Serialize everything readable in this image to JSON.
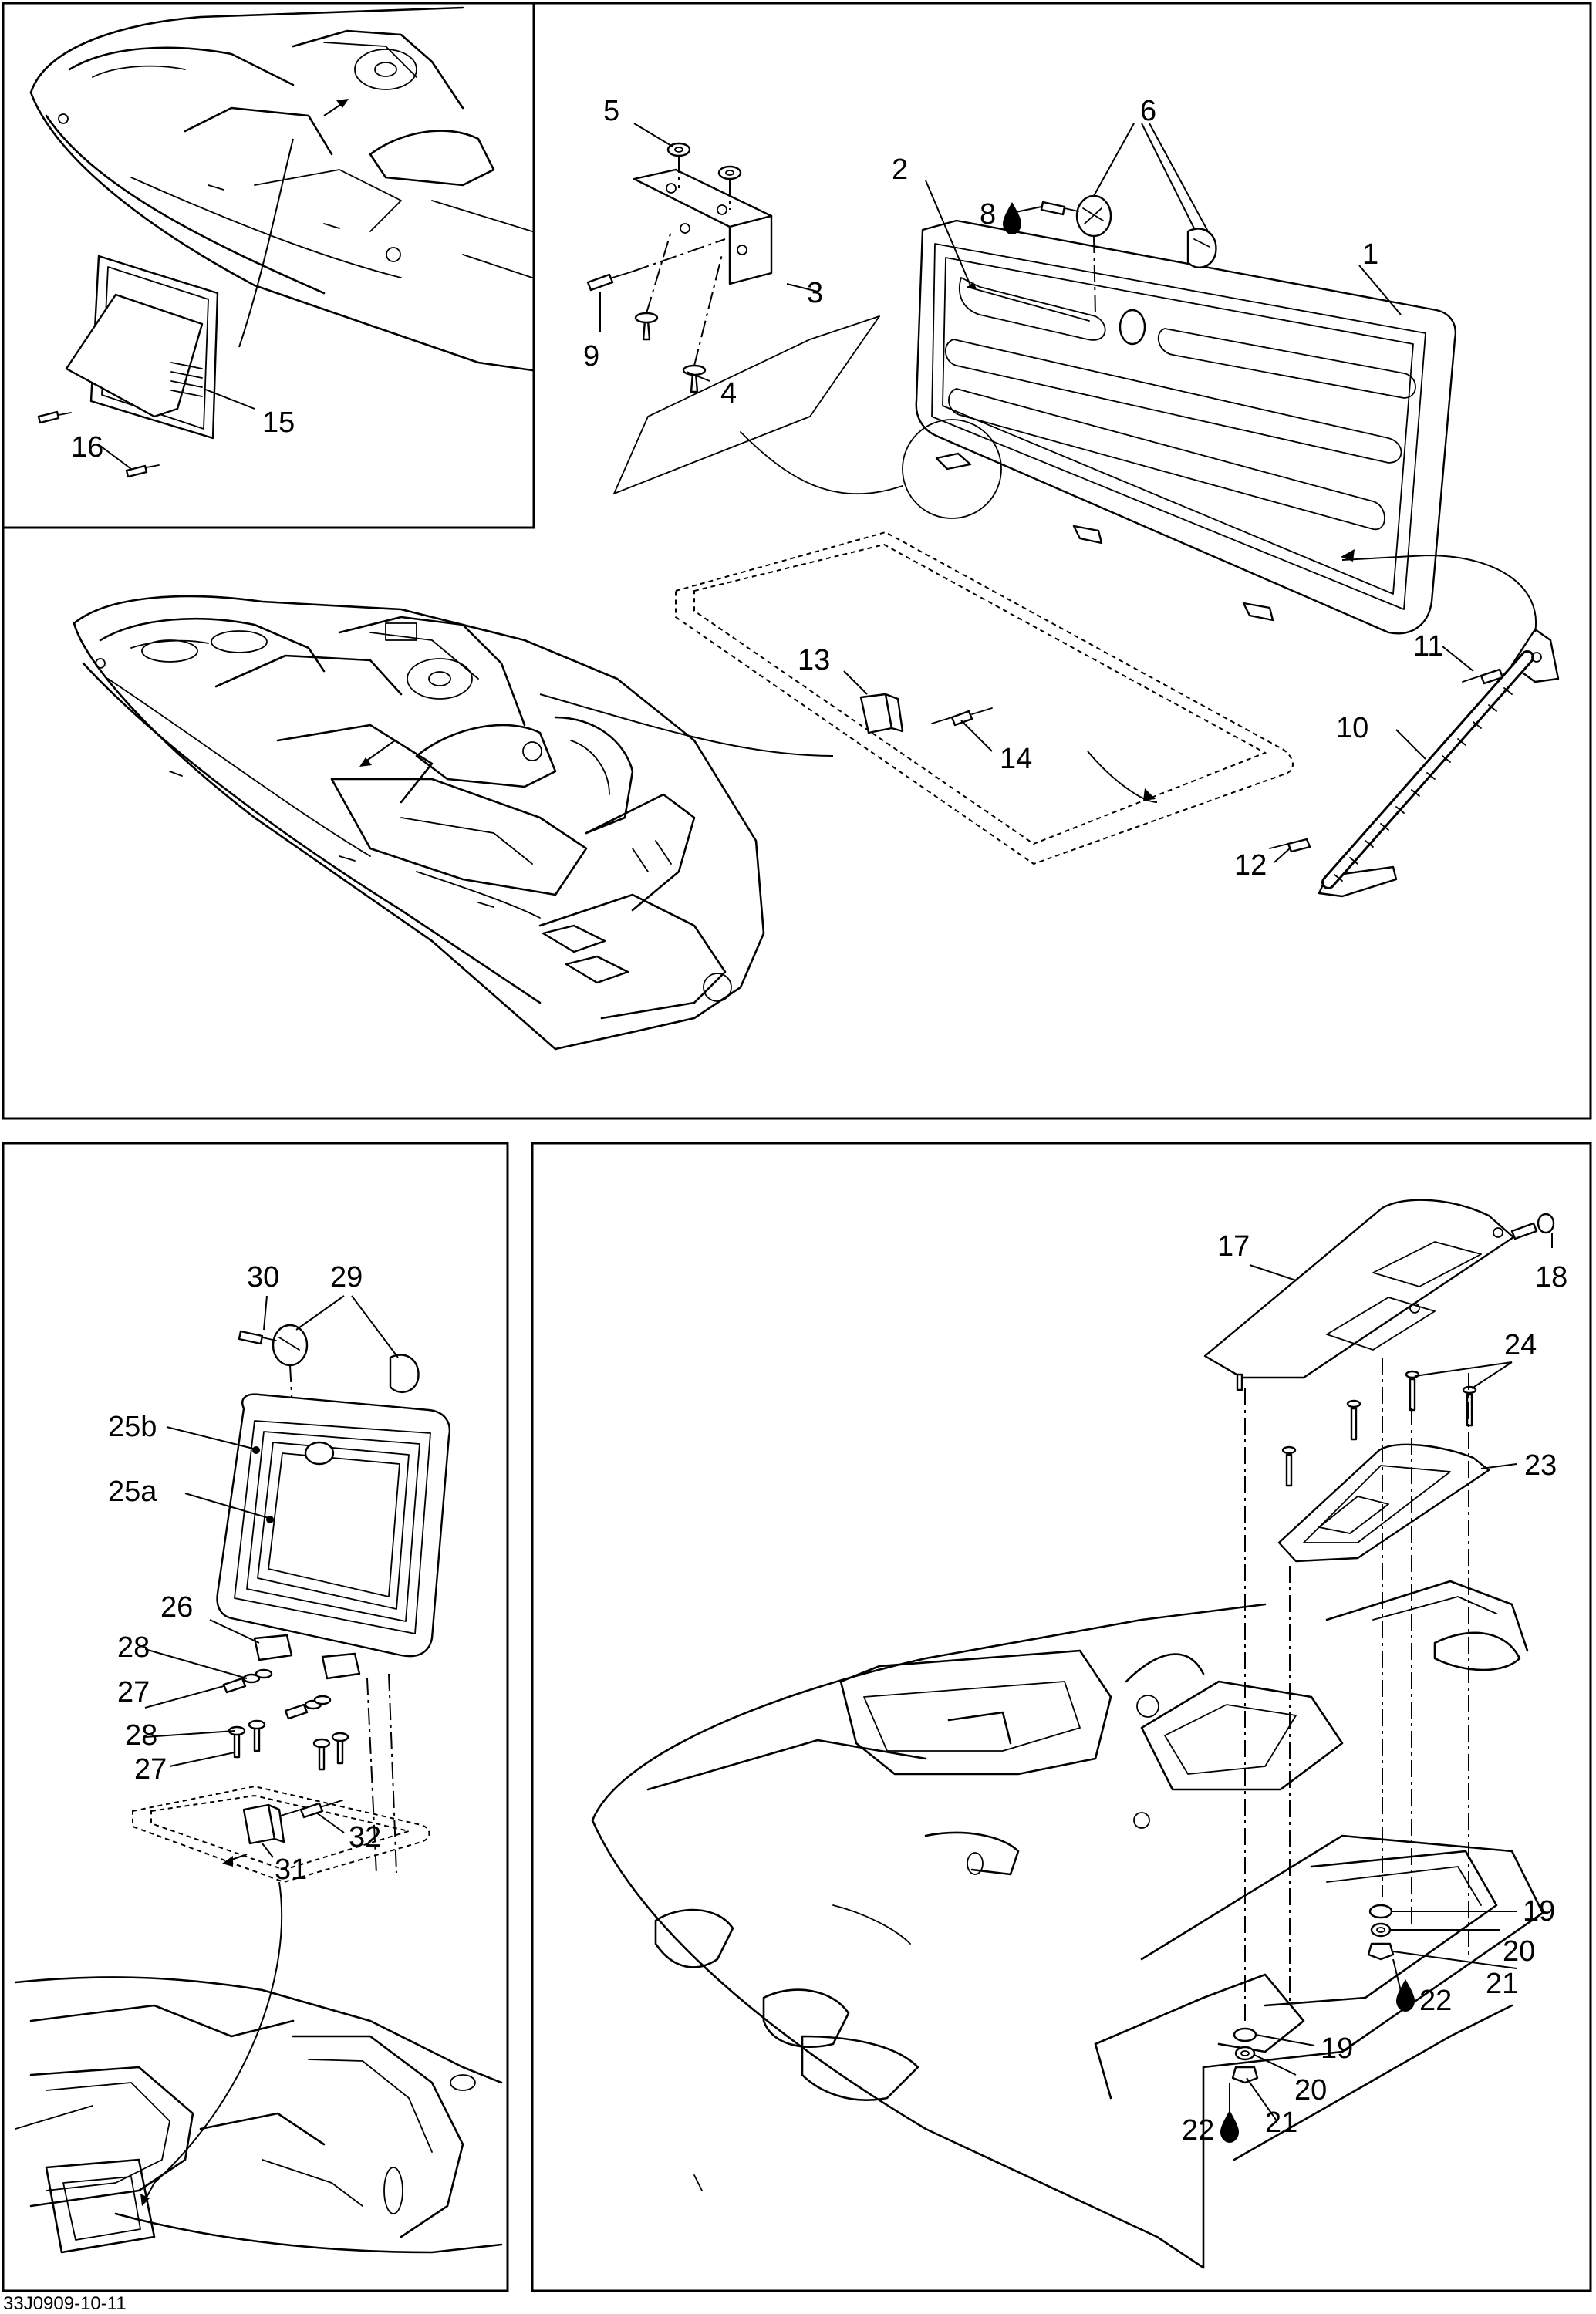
{
  "diagram_code": "33J0909-10-11",
  "labels": {
    "l1": "1",
    "l2": "2",
    "l3": "3",
    "l4": "4",
    "l5": "5",
    "l6": "6",
    "l8": "8",
    "l9": "9",
    "l10": "10",
    "l11": "11",
    "l12": "12",
    "l13": "13",
    "l14": "14",
    "l15": "15",
    "l16": "16",
    "l17": "17",
    "l18": "18",
    "l19a": "19",
    "l19b": "19",
    "l20a": "20",
    "l20b": "20",
    "l21a": "21",
    "l21b": "21",
    "l22a": "22",
    "l22b": "22",
    "l23": "23",
    "l24": "24",
    "l25a": "25a",
    "l25b": "25b",
    "l26": "26",
    "l27a": "27",
    "l27b": "27",
    "l28a": "28",
    "l28b": "28",
    "l29": "29",
    "l30": "30",
    "l31": "31",
    "l32": "32"
  },
  "icons": {
    "adhesive": "liquid-drop-icon"
  }
}
